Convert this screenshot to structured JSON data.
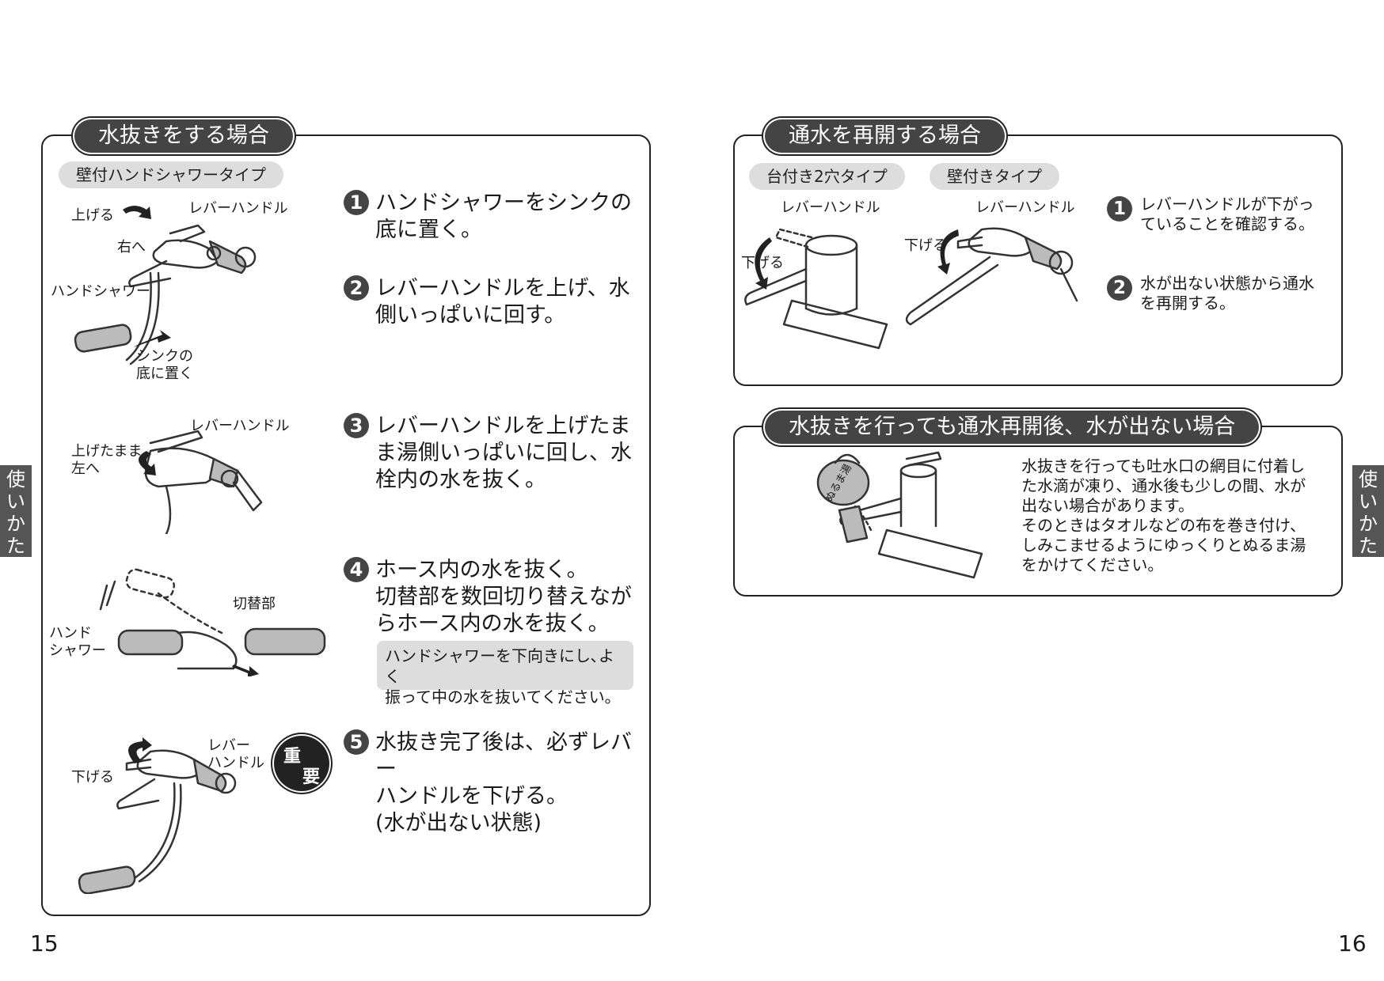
{
  "left": {
    "section_title": "水抜きをする場合",
    "type_label": "壁付ハンドシャワータイプ",
    "steps": [
      {
        "num": "1",
        "line1": "ハンドシャワーをシンクの",
        "line2": "底に置く。"
      },
      {
        "num": "2",
        "line1": "レバーハンドルを上げ、水",
        "line2": "側いっぱいに回す。"
      },
      {
        "num": "3",
        "line1": "レバーハンドルを上げたま",
        "line2": "ま湯側いっぱいに回し、水",
        "line3": "栓内の水を抜く。"
      },
      {
        "num": "4",
        "line1": "ホース内の水を抜く。",
        "line2": "切替部を数回切り替えなが",
        "line3": "らホース内の水を抜く。"
      },
      {
        "num": "5",
        "line1": "水抜き完了後は、必ずレバー",
        "line2": "ハンドルを下げる。",
        "line3": "(水が出ない状態)"
      }
    ],
    "note": {
      "line1": "ハンドシャワーを下向きにし､よく",
      "line2": "振って中の水を抜いてください｡"
    },
    "important_badge": {
      "top": "重",
      "bottom": "要"
    },
    "labels": {
      "fig1_raise": "上げる",
      "fig1_lever": "レバーハンドル",
      "fig1_right": "右へ",
      "fig1_handshower": "ハンドシャワー",
      "fig1_sink1": "シンクの",
      "fig1_sink2": "底に置く",
      "fig2_lever": "レバーハンドル",
      "fig2_left1": "上げたまま",
      "fig2_left2": "左へ",
      "fig3_switch": "切替部",
      "fig3_hand1": "ハンド",
      "fig3_hand2": "シャワー",
      "fig4_lever1": "レバー",
      "fig4_lever2": "ハンドル",
      "fig4_lower": "下げる"
    },
    "side_tab": [
      "使",
      "い",
      "か",
      "た"
    ],
    "page_number": "15"
  },
  "right": {
    "section1_title": "通水を再開する場合",
    "type_labels": [
      "台付き2穴タイプ",
      "壁付きタイプ"
    ],
    "labels": {
      "a_lever": "レバーハンドル",
      "a_lower": "下げる",
      "b_lever": "レバーハンドル",
      "b_lower": "下げる"
    },
    "steps": [
      {
        "num": "1",
        "line1": "レバーハンドルが下がっ",
        "line2": "ていることを確認する。"
      },
      {
        "num": "2",
        "line1": "水が出ない状態から通水",
        "line2": "を再開する。"
      }
    ],
    "section2_title": "水抜きを行っても通水再開後、水が出ない場合",
    "kettle_label": "ぬるま湯",
    "body_lines": [
      "水抜きを行っても吐水口の網目に付着し",
      "た水滴が凍り、通水後も少しの間、水が",
      "出ない場合があります。",
      "そのときはタオルなどの布を巻き付け、",
      "しみこませるようにゆっくりとぬるま湯",
      "をかけてください。"
    ],
    "side_tab": [
      "使",
      "い",
      "か",
      "た"
    ],
    "page_number": "16"
  }
}
